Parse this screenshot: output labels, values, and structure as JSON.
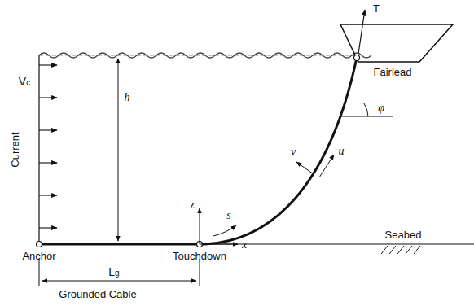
{
  "diagram": {
    "labels": [
      "T",
      "Fairlead",
      "Current",
      "Vc",
      "h",
      "φ",
      "v",
      "u",
      "z",
      "s",
      "x",
      "Seabed",
      "Anchor",
      "Touchdown",
      "Lg",
      "Grounded Cable"
    ]
  }
}
